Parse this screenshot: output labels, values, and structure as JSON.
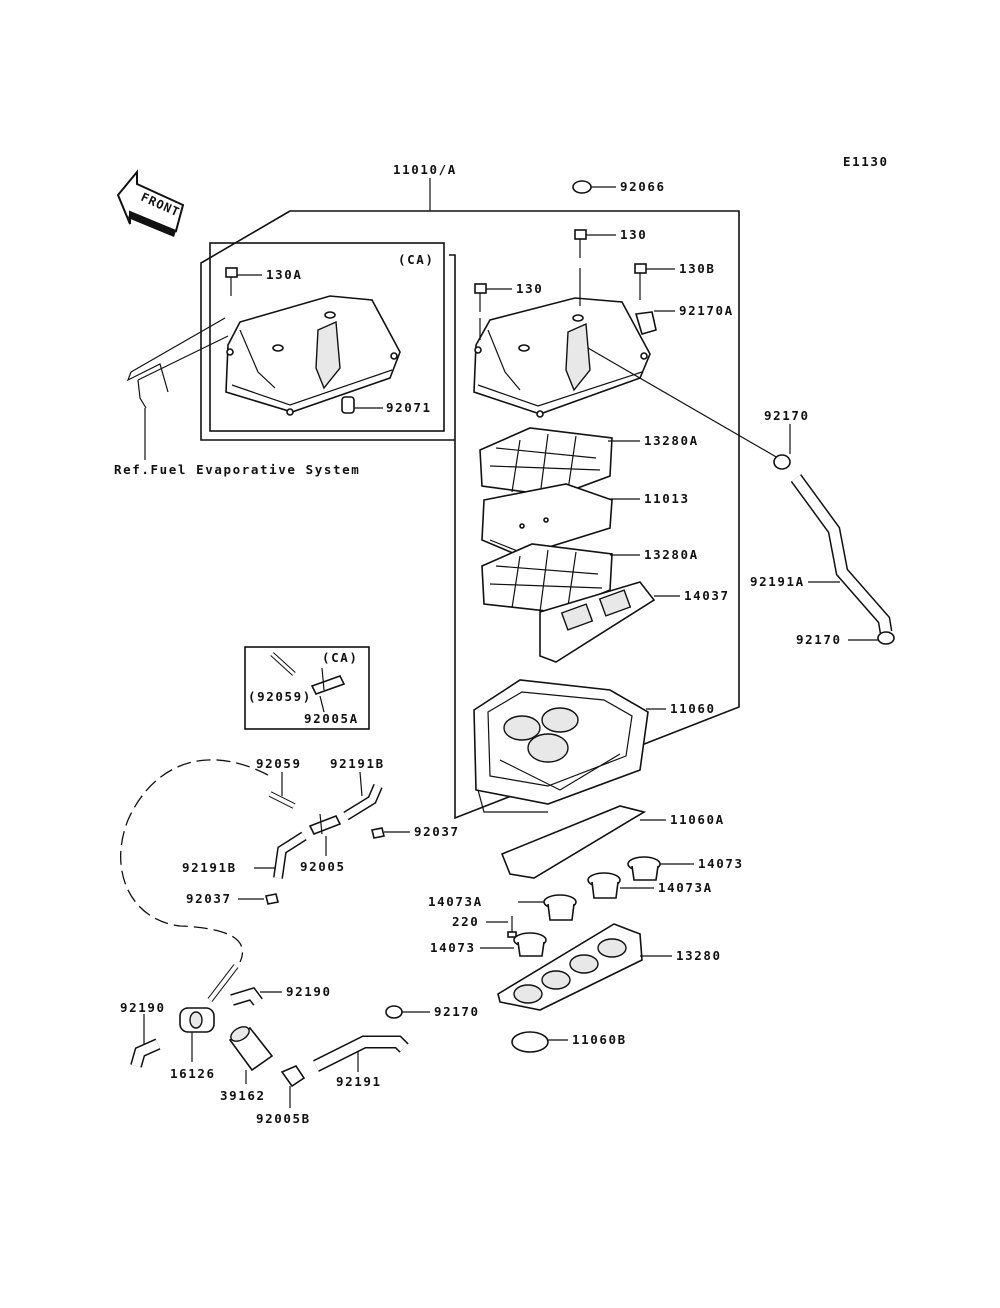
{
  "diagram_code": "E1130",
  "front_label": "FRONT",
  "ref_note": "Ref.Fuel Evaporative System",
  "ca_label_top": "(CA)",
  "ca_label_inset": "(CA)",
  "callouts": {
    "p11010A": "11010/A",
    "p92066": "92066",
    "p130_top": "130",
    "p130_left": "130",
    "p130A": "130A",
    "p130B": "130B",
    "p92170A": "92170A",
    "p92071": "92071",
    "p92170_right": "92170",
    "p13280A_1": "13280A",
    "p11013": "11013",
    "p13280A_2": "13280A",
    "p14037": "14037",
    "p92191A": "92191A",
    "p92170_rlow": "92170",
    "p92059_inset": "(92059)",
    "p92005A": "92005A",
    "p11060": "11060",
    "p92059": "92059",
    "p92191B_top": "92191B",
    "p92037_right": "92037",
    "p92191B_left": "92191B",
    "p92005": "92005",
    "p92037_left": "92037",
    "p11060A": "11060A",
    "p14073_right": "14073",
    "p14073A_right": "14073A",
    "p14073A_left": "14073A",
    "p220": "220",
    "p14073_left": "14073",
    "p13280": "13280",
    "p92190_mid": "92190",
    "p92190_left": "92190",
    "p92170_low": "92170",
    "p16126": "16126",
    "p92191": "92191",
    "p39162": "39162",
    "p92005B": "92005B",
    "p11060B": "11060B"
  }
}
